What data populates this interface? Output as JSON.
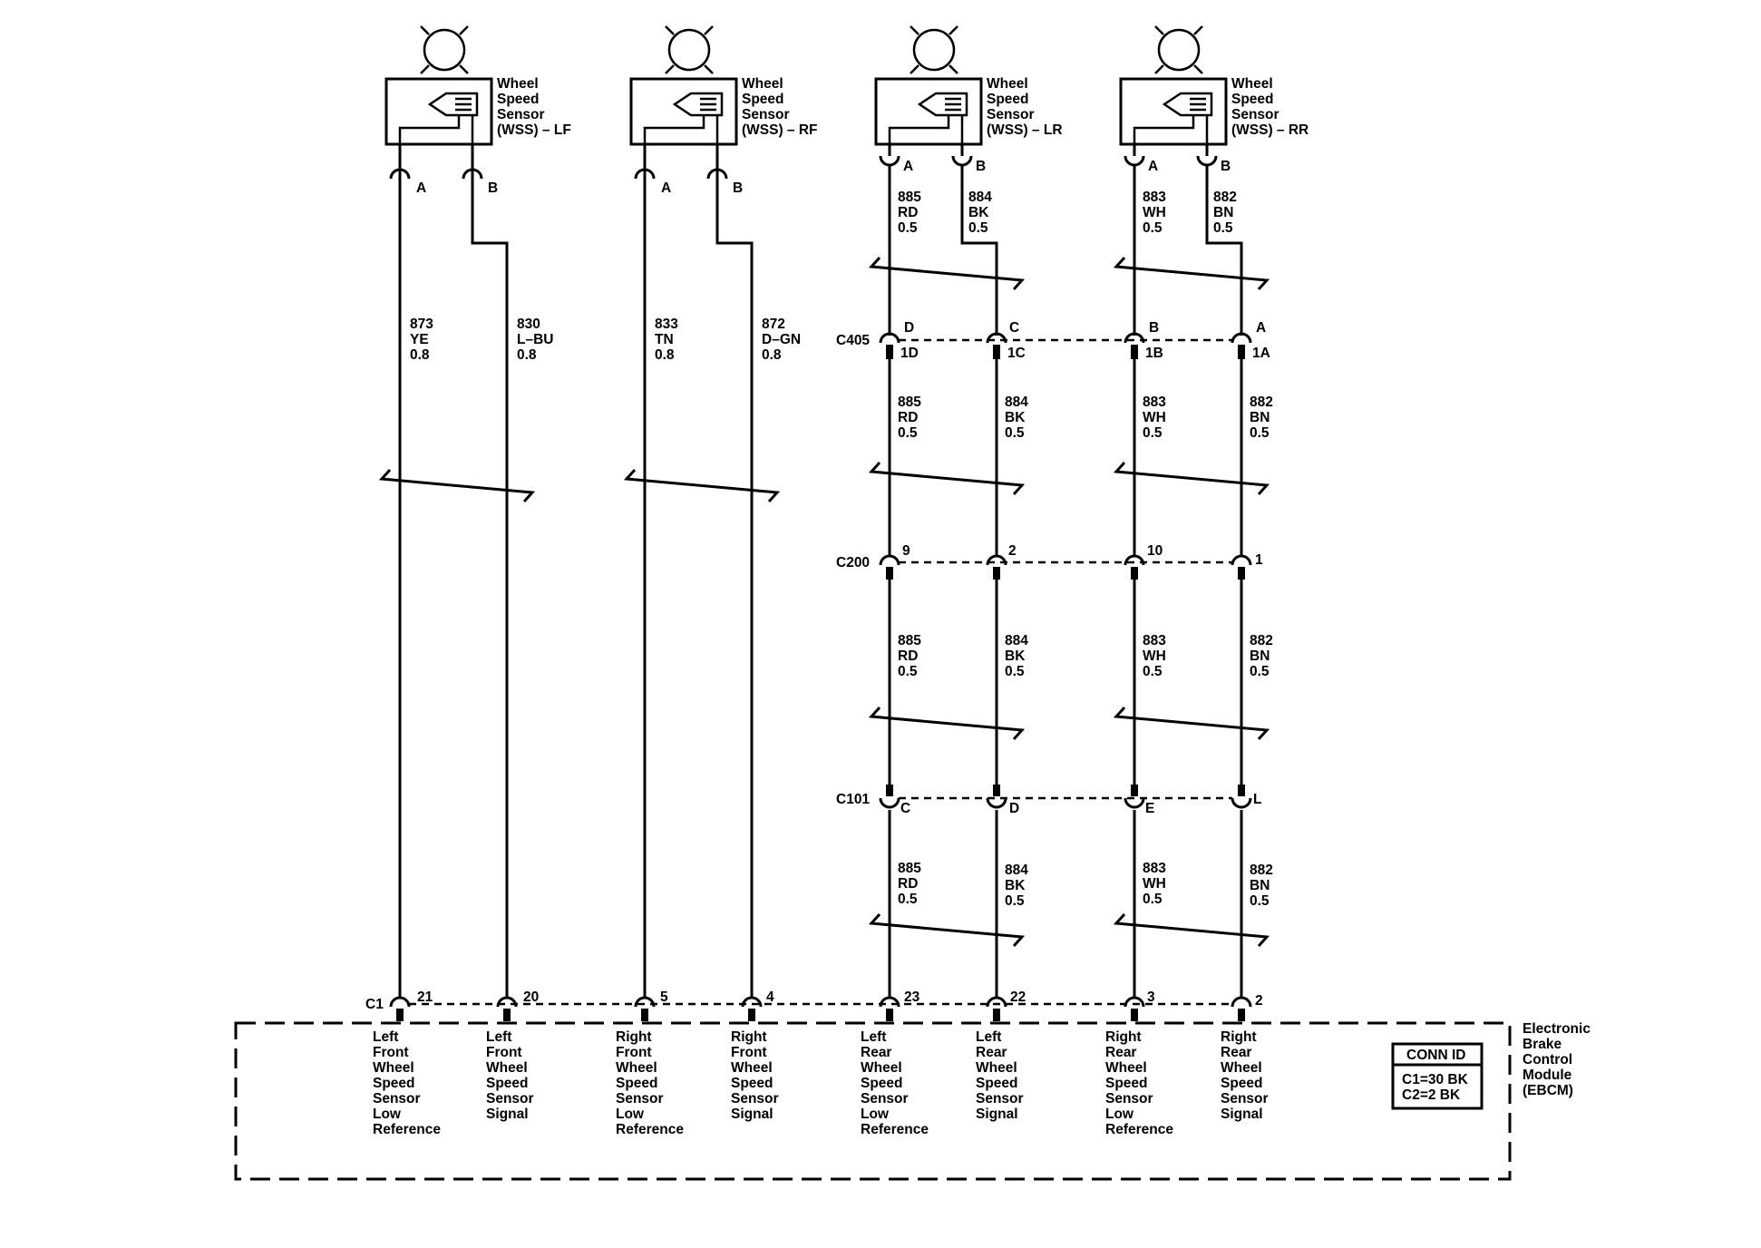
{
  "sensors": [
    {
      "lines": [
        "Wheel",
        "Speed",
        "Sensor",
        "(WSS) – LF"
      ],
      "pins": [
        "A",
        "B"
      ]
    },
    {
      "lines": [
        "Wheel",
        "Speed",
        "Sensor",
        "(WSS) – RF"
      ],
      "pins": [
        "A",
        "B"
      ]
    },
    {
      "lines": [
        "Wheel",
        "Speed",
        "Sensor",
        "(WSS) – LR"
      ],
      "pins": [
        "A",
        "B"
      ]
    },
    {
      "lines": [
        "Wheel",
        "Speed",
        "Sensor",
        "(WSS) – RR"
      ],
      "pins": [
        "A",
        "B"
      ]
    }
  ],
  "front_wires": [
    {
      "lines": [
        "873",
        "YE",
        "0.8"
      ]
    },
    {
      "lines": [
        "830",
        "L–BU",
        "0.8"
      ]
    },
    {
      "lines": [
        "833",
        "TN",
        "0.8"
      ]
    },
    {
      "lines": [
        "872",
        "D–GN",
        "0.8"
      ]
    }
  ],
  "rear_wires": [
    {
      "lines": [
        "885",
        "RD",
        "0.5"
      ]
    },
    {
      "lines": [
        "884",
        "BK",
        "0.5"
      ]
    },
    {
      "lines": [
        "883",
        "WH",
        "0.5"
      ]
    },
    {
      "lines": [
        "882",
        "BN",
        "0.5"
      ]
    }
  ],
  "connectors": {
    "c405": {
      "name": "C405",
      "top_pins": [
        "D",
        "C",
        "B",
        "A"
      ],
      "bottom_pins": [
        "1D",
        "1C",
        "1B",
        "1A"
      ]
    },
    "c200": {
      "name": "C200",
      "pins": [
        "9",
        "2",
        "10",
        "1"
      ]
    },
    "c101": {
      "name": "C101",
      "pins": [
        "C",
        "D",
        "E",
        "L"
      ]
    },
    "c1": {
      "name": "C1",
      "pins": [
        "21",
        "20",
        "5",
        "4",
        "23",
        "22",
        "3",
        "2"
      ]
    }
  },
  "ebcm": {
    "functions": [
      {
        "lines": [
          "Left",
          "Front",
          "Wheel",
          "Speed",
          "Sensor",
          "Low",
          "Reference"
        ]
      },
      {
        "lines": [
          "Left",
          "Front",
          "Wheel",
          "Speed",
          "Sensor",
          "Signal"
        ]
      },
      {
        "lines": [
          "Right",
          "Front",
          "Wheel",
          "Speed",
          "Sensor",
          "Low",
          "Reference"
        ]
      },
      {
        "lines": [
          "Right",
          "Front",
          "Wheel",
          "Speed",
          "Sensor",
          "Signal"
        ]
      },
      {
        "lines": [
          "Left",
          "Rear",
          "Wheel",
          "Speed",
          "Sensor",
          "Low",
          "Reference"
        ]
      },
      {
        "lines": [
          "Left",
          "Rear",
          "Wheel",
          "Speed",
          "Sensor",
          "Signal"
        ]
      },
      {
        "lines": [
          "Right",
          "Rear",
          "Wheel",
          "Speed",
          "Sensor",
          "Low",
          "Reference"
        ]
      },
      {
        "lines": [
          "Right",
          "Rear",
          "Wheel",
          "Speed",
          "Sensor",
          "Signal"
        ]
      }
    ],
    "name_lines": [
      "Electronic",
      "Brake",
      "Control",
      "Module",
      "(EBCM)"
    ],
    "conn_id": {
      "title": "CONN ID",
      "lines": [
        "C1=30 BK",
        "C2=2 BK"
      ]
    }
  }
}
